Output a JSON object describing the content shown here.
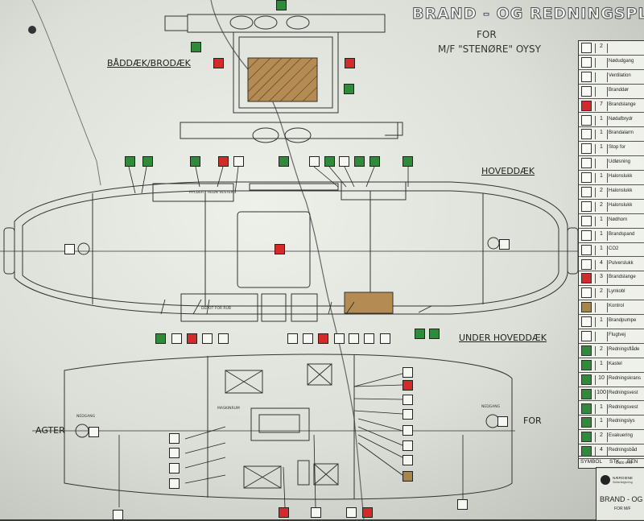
{
  "title": {
    "line1": "BRAND - OG REDNINGSPL",
    "line2": "FOR",
    "line3": "M/F \"STENØRE\" OYSY"
  },
  "decks": {
    "boat_deck": "BÅDDÆK/BRODÆK",
    "main_deck": "HOVEDDÆK",
    "under_deck": "UNDER HOVEDDÆK"
  },
  "directions": {
    "aft": "AGTER",
    "fore": "FOR"
  },
  "small_labels": {
    "nedgang_aft": "NEDGANG",
    "nedgang_fore": "NEDGANG",
    "maskinrum": "MASKINRUM",
    "hylder": "HYLDER",
    "redn_veste": "REDN VESTER",
    "depot": "DEPOT FOR RUB"
  },
  "legend": {
    "colors": {
      "green": "#2f8a3a",
      "red": "#d42a2a",
      "hatch": "#a8864a"
    },
    "rows": [
      {
        "icon": "exit-icon",
        "qty": "2",
        "text": "",
        "color": "white"
      },
      {
        "icon": "arrow-icon",
        "qty": "",
        "text": "Nødudgang",
        "color": "white"
      },
      {
        "icon": "fire-door-icon",
        "qty": "",
        "text": "Ventilation",
        "color": "white"
      },
      {
        "icon": "door-icon",
        "qty": "",
        "text": "Branddør",
        "color": "white"
      },
      {
        "icon": "hose-icon",
        "qty": "7",
        "text": "Brandslange",
        "color": "red"
      },
      {
        "icon": "hatch-icon",
        "qty": "1",
        "text": "Nødafbrydr",
        "color": "white"
      },
      {
        "icon": "fire-icon",
        "qty": "1",
        "text": "Brandalarm",
        "color": "white"
      },
      {
        "icon": "shutoff-icon",
        "qty": "1",
        "text": "Stop for",
        "color": "white"
      },
      {
        "icon": "stair-icon",
        "qty": "",
        "text": "Udløsning",
        "color": "white"
      },
      {
        "icon": "ext-icon",
        "qty": "1",
        "text": "Halonslukk",
        "color": "white"
      },
      {
        "icon": "ext-icon",
        "qty": "2",
        "text": "Halonslukk",
        "color": "white"
      },
      {
        "icon": "ext-icon",
        "qty": "2",
        "text": "Halonslukk",
        "color": "white"
      },
      {
        "icon": "horn-icon",
        "qty": "1",
        "text": "Nødhorn",
        "color": "white"
      },
      {
        "icon": "buoy-icon",
        "qty": "1",
        "text": "Brandspand",
        "color": "white"
      },
      {
        "icon": "co2-icon",
        "qty": "1",
        "text": "CO2",
        "color": "white"
      },
      {
        "icon": "powder-icon",
        "qty": "4",
        "text": "Pulverslukk",
        "color": "white"
      },
      {
        "icon": "hose-icon",
        "qty": "3",
        "text": "Brandslange",
        "color": "red"
      },
      {
        "icon": "blanket-icon",
        "qty": "2",
        "text": "Lynkobl",
        "color": "white"
      },
      {
        "icon": "hatch-icon",
        "qty": "",
        "text": "Kontrol",
        "color": "hatch"
      },
      {
        "icon": "pump-icon",
        "qty": "1",
        "text": "Brandpumpe",
        "color": "white"
      },
      {
        "icon": "flight-icon",
        "qty": "",
        "text": "Flugtvej",
        "color": "white"
      },
      {
        "icon": "raft-icon",
        "qty": "2",
        "text": "Redningsflåde",
        "color": "green"
      },
      {
        "icon": "buoy-icon",
        "qty": "1",
        "text": "Kastel",
        "color": "green"
      },
      {
        "icon": "buoy-icon",
        "qty": "10",
        "text": "Redningskrans",
        "color": "green"
      },
      {
        "icon": "vest-icon",
        "qty": "100",
        "text": "Redningsvest",
        "color": "green"
      },
      {
        "icon": "vest-icon",
        "qty": "1",
        "text": "Redningsvest",
        "color": "green"
      },
      {
        "icon": "light-icon",
        "qty": "1",
        "text": "Redningslys",
        "color": "green"
      },
      {
        "icon": "line-icon",
        "qty": "2",
        "text": "Evakuering",
        "color": "green"
      },
      {
        "icon": "stretcher-icon",
        "qty": "4",
        "text": "Redningsbåd",
        "color": "green"
      }
    ],
    "header": {
      "symbol": "SYMBOL",
      "qty": "STK",
      "text": "BEN"
    }
  },
  "company": {
    "name": "NÆRGIENE",
    "sub": "Skibsrådgivning",
    "title": "BRAND - OG",
    "for": "FOR M/F",
    "date": "Dato e er"
  }
}
